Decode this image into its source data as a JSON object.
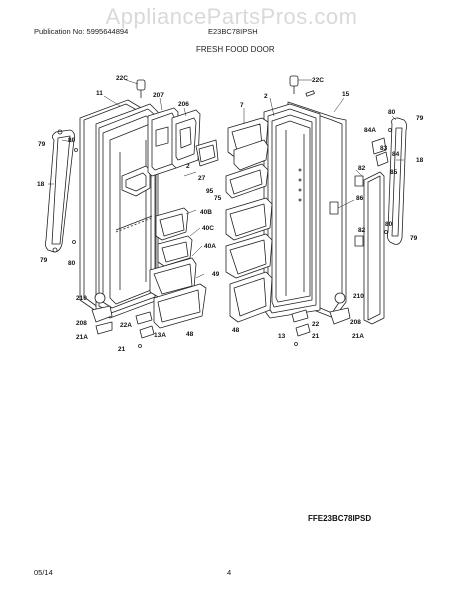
{
  "header": {
    "watermark": "AppliancePartsPros.com",
    "publication_label": "Publication No: 5995644894",
    "model_number": "E23BC78IPSH",
    "section_title": "FRESH FOOD DOOR"
  },
  "footer": {
    "diagram_code": "FFE23BC78IPSD",
    "date": "05/14",
    "page_number": "4"
  },
  "callouts": {
    "c22C_l": "22C",
    "c11": "11",
    "c207": "207",
    "c206": "206",
    "c79_l1": "79",
    "c80_l1": "80",
    "c18_l": "18",
    "c79_l2": "79",
    "c80_l2": "80",
    "c27": "27",
    "c95": "95",
    "c75": "75",
    "c40B": "40B",
    "c40C": "40C",
    "c40A": "40A",
    "c49": "49",
    "c210_l": "210",
    "c208_l": "208",
    "c21A_l": "21A",
    "c22A": "22A",
    "c13A": "13A",
    "c21_l": "21",
    "c48_l": "48",
    "c48_r": "48",
    "c22C_r": "22C",
    "c7": "7",
    "c2_r": "2",
    "c15": "15",
    "c2_l": "2",
    "c80_r1": "80",
    "c79_r1": "79",
    "c84A": "84A",
    "c83": "83",
    "c84": "84",
    "c82_r1": "82",
    "c85": "85",
    "c18_r": "18",
    "c86": "86",
    "c82_r2": "82",
    "c80_r2": "80",
    "c79_r2": "79",
    "c210_r": "210",
    "c208_r": "208",
    "c22_r": "22",
    "c13_r": "13",
    "c21_r": "21",
    "c21A_r": "21A"
  }
}
